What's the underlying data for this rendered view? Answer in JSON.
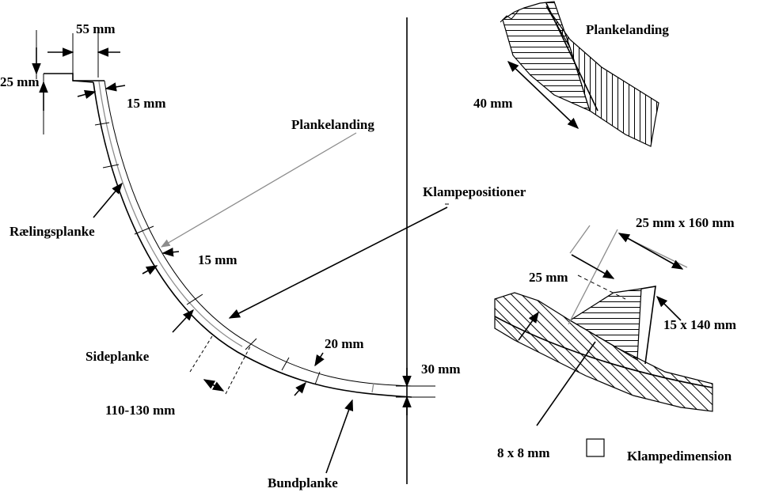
{
  "labels": {
    "dim_55": "55 mm",
    "dim_25_top": "25 mm",
    "dim_15_top": "15 mm",
    "plankelanding_main": "Plankelanding",
    "klampepositioner": "Klampepositioner",
    "raelingsplanke": "Rælingsplanke",
    "dim_15_mid": "15 mm",
    "sideplanke": "Sideplanke",
    "dim_110_130": "110-130 mm",
    "dim_20": "20 mm",
    "dim_30": "30 mm",
    "bundplanke": "Bundplanke",
    "plankelanding_detail": "Plankelanding",
    "dim_40": "40 mm",
    "dim_25x160": "25 mm x 160 mm",
    "dim_25_cleat": "25 mm",
    "dim_15x140": "15 x 140 mm",
    "dim_8x8": "8 x 8 mm",
    "klampedimension": "Klampedimension"
  }
}
